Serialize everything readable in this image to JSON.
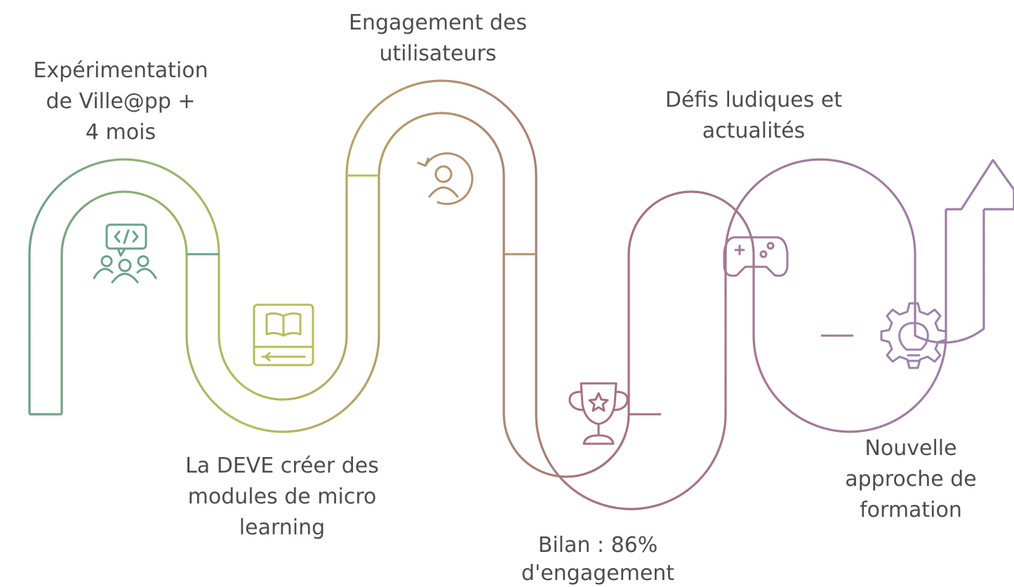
{
  "steps": [
    {
      "label_lines": [
        "Expérimentation",
        "de Ville@pp +",
        "4 mois"
      ],
      "icon": "code-community-icon",
      "color": "#6aa08e"
    },
    {
      "label_lines": [
        "La DEVE créer des",
        "modules de micro",
        "learning"
      ],
      "icon": "ebook-icon",
      "color": "#b7bd59"
    },
    {
      "label_lines": [
        "Engagement des",
        "utilisateurs"
      ],
      "icon": "user-refresh-icon",
      "color": "#b2916f"
    },
    {
      "label_lines": [
        "Bilan : 86%",
        "d'engagement"
      ],
      "icon": "trophy-icon",
      "color": "#a4727b"
    },
    {
      "label_lines": [
        "Défis ludiques et",
        "actualités"
      ],
      "icon": "gamepad-icon",
      "color": "#a3789a"
    },
    {
      "label_lines": [
        "Nouvelle",
        "approche de",
        "formation"
      ],
      "icon": "lightbulb-gear-icon",
      "color": "#9b82ab"
    }
  ],
  "gradient_colors": [
    "#6aa08e",
    "#b7bd59",
    "#b2916f",
    "#a4727b",
    "#a3789a",
    "#9b82ab"
  ]
}
